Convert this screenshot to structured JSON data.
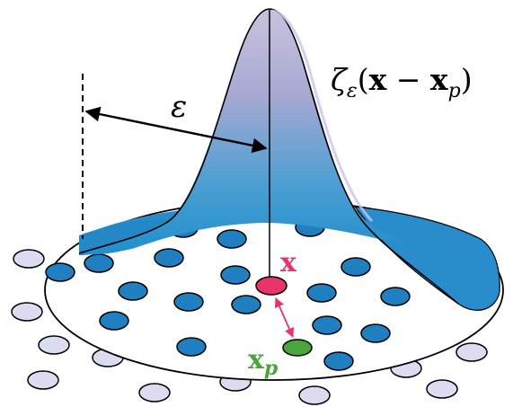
{
  "labels": {
    "epsilon": "ε",
    "kernel_zeta": "ζ",
    "kernel_sub": "ε",
    "kernel_open": "(",
    "kernel_x": "x",
    "kernel_minus": " − ",
    "kernel_xp": "x",
    "kernel_xp_sub": "p",
    "kernel_close": ")",
    "point_x": "x",
    "point_xp": "x",
    "point_xp_sub": "p"
  },
  "colors": {
    "inner_particle": "#1f7fc0",
    "outer_particle": "#dcdcf0",
    "disc_fill": "#1e86c4",
    "point_x": "#e8336b",
    "point_xp": "#4aa53a",
    "gradient_top": "#b9b0d6",
    "gradient_bottom": "#1f8fcc"
  }
}
